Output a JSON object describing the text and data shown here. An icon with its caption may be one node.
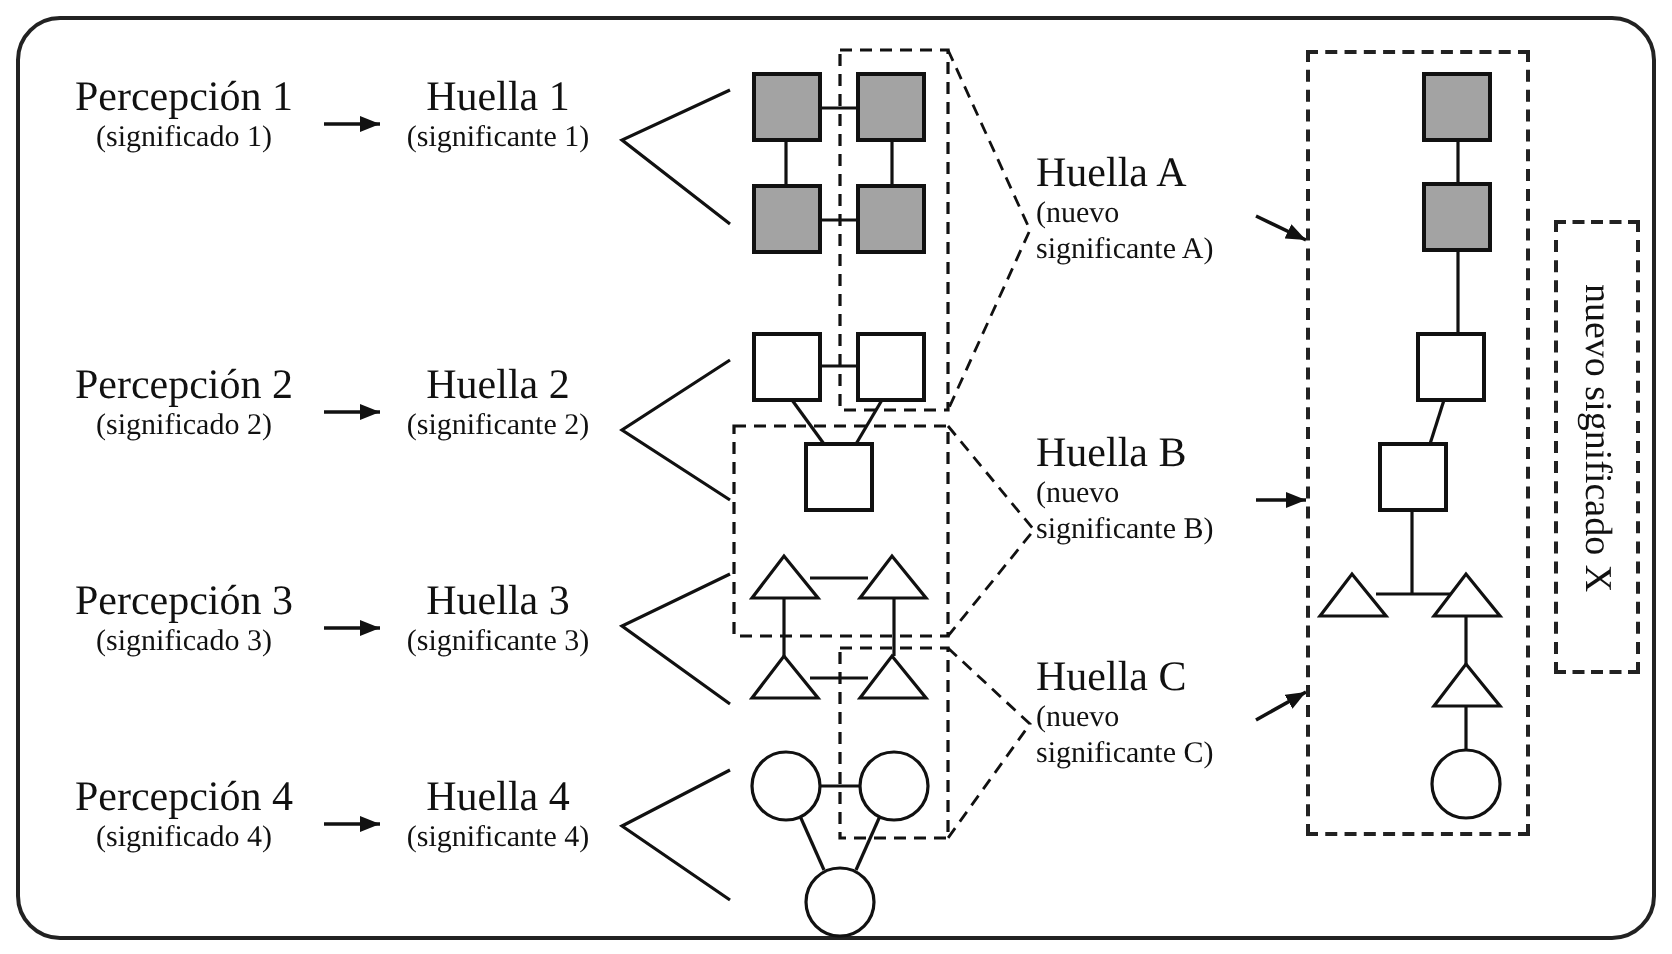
{
  "diagram": {
    "nodes": [
      {
        "text": [
          "Percepción 1",
          "(significado 1)"
        ]
      },
      {
        "text": [
          "Huella 1",
          "(significante 1)"
        ]
      },
      {
        "text": [
          "Percepción 2",
          "(significado 2)"
        ]
      },
      {
        "text": [
          "Huella 2",
          "(significante 2)"
        ]
      },
      {
        "text": [
          "Percepción 3",
          "(significado 3)"
        ]
      },
      {
        "text": [
          "Huella 3",
          "(significante 3)"
        ]
      },
      {
        "text": [
          "Percepción 4",
          "(significado 4)"
        ]
      },
      {
        "text": [
          "Huella 4",
          "(significante 4)"
        ]
      },
      {
        "text": [
          "Huella A",
          "(nuevo significante A)"
        ]
      },
      {
        "text": [
          "Huella B",
          "(nuevo significante B)"
        ]
      },
      {
        "text": [
          "Huella C",
          "(nuevo significante C)"
        ]
      },
      {
        "text": [],
        "shape": "box"
      },
      {
        "text": [
          "nuevo significado X"
        ]
      }
    ],
    "edges": [
      {
        "from": 0,
        "to": 1,
        "arrow": "to"
      },
      {
        "from": 2,
        "to": 3,
        "arrow": "to"
      },
      {
        "from": 4,
        "to": 5,
        "arrow": "to"
      },
      {
        "from": 6,
        "to": 7,
        "arrow": "to"
      },
      {
        "from": 8,
        "to": 11,
        "arrow": "to"
      },
      {
        "from": 9,
        "to": 11,
        "arrow": "to"
      },
      {
        "from": 10,
        "to": 11,
        "arrow": "to"
      }
    ]
  }
}
